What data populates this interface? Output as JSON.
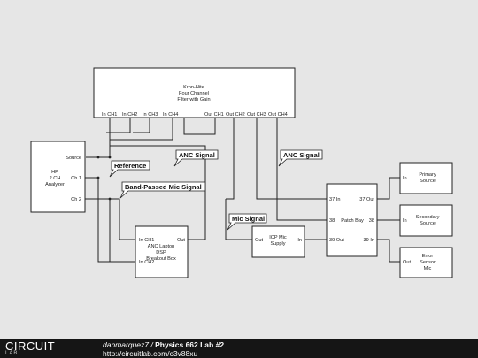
{
  "kron": {
    "title": "Kron-Hite",
    "line2": "Four Channel",
    "line3": "Filter with Gain",
    "in1": "In CH1",
    "in2": "In CH2",
    "in3": "In CH3",
    "in4": "In CH4",
    "out1": "Out CH1",
    "out2": "Out CH2",
    "out3": "Out CH3",
    "out4": "Out CH4"
  },
  "hp": {
    "name1": "HP",
    "name2": "2 CH",
    "name3": "Analyzer",
    "source": "Source",
    "ch1": "Ch 1",
    "ch2": "Ch 2"
  },
  "anc": {
    "line1": "In CH1",
    "line2": "ANC Laptop",
    "line3": "DSP",
    "line4": "Breakout Box",
    "in2": "In CH2",
    "out": "Out"
  },
  "icp": {
    "line1": "ICP Mic",
    "line2": "Supply",
    "out": "Out",
    "in": "In"
  },
  "patch": {
    "name": "Patch Bay",
    "p37in": "37 In",
    "p37out": "37 Out",
    "p38a": "38",
    "p38b": "38",
    "p39out": "39 Out",
    "p39in": "39 In"
  },
  "primary": {
    "in": "In",
    "line1": "Primary",
    "line2": "Source"
  },
  "secondary": {
    "in": "In",
    "line1": "Secondary",
    "line2": "Source"
  },
  "error": {
    "out": "Out",
    "line1": "Error",
    "line2": "Sensor",
    "line3": "Mic"
  },
  "tags": {
    "reference": "Reference",
    "anc1": "ANC Signal",
    "anc2": "ANC Signal",
    "bandpassed": "Band-Passed Mic Signal",
    "mic": "Mic Signal"
  },
  "footer": {
    "logo_top": "CIRCUIT",
    "logo_bottom": "LAB",
    "author": "danmarquez7",
    "title": "Physics 662 Lab #2",
    "url": "http://circuitlab.com/c3v88xu"
  }
}
